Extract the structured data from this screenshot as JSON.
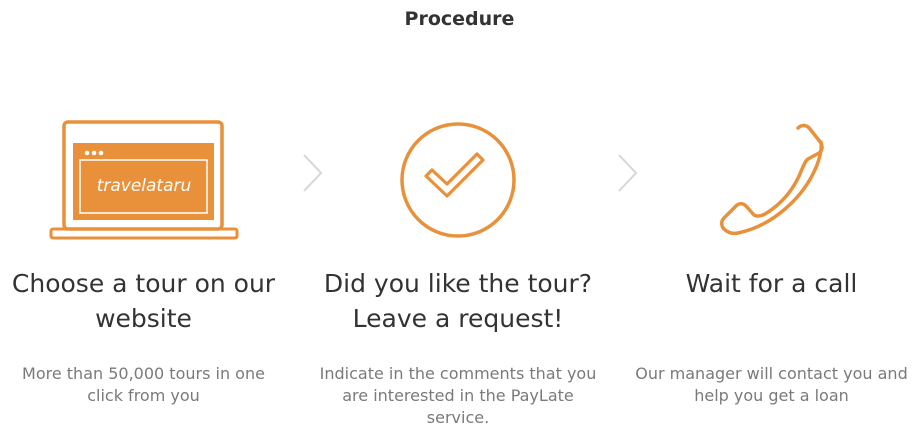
{
  "title": "Procedure",
  "accent_color": "#E8913A",
  "steps": [
    {
      "icon": "laptop-icon",
      "screen_text": "travelataru",
      "heading_line1": "Choose a tour on our",
      "heading_line2": "website",
      "desc_line1": "More than 50,000 tours in one",
      "desc_line2": "click from you"
    },
    {
      "icon": "checkmark-circle-icon",
      "heading_line1": "Did you like the tour?",
      "heading_line2": "Leave a request!",
      "desc_line1": "Indicate in the comments that you",
      "desc_line2": "are interested in the PayLate",
      "desc_line3": "service."
    },
    {
      "icon": "phone-icon",
      "heading_line1": "Wait for a call",
      "desc_line1": "Our manager will contact you and",
      "desc_line2": "help you get a loan"
    }
  ]
}
